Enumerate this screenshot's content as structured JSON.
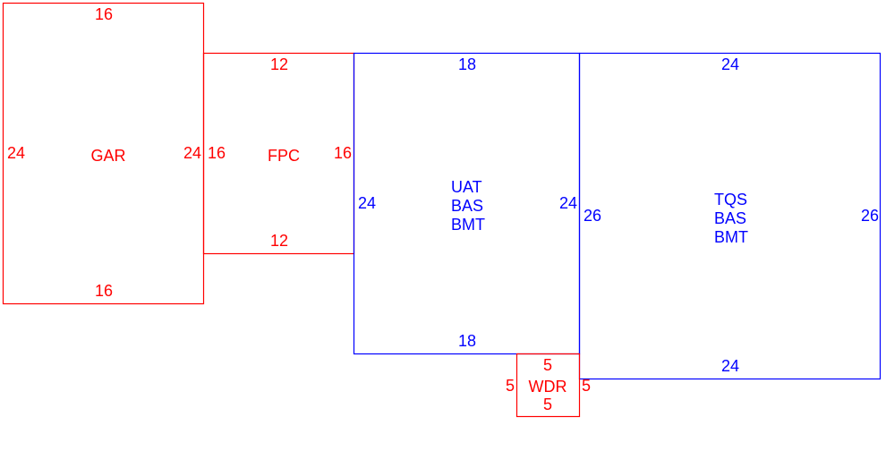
{
  "colors": {
    "red": "#ff0000",
    "blue": "#0000ff"
  },
  "rooms": {
    "gar": {
      "label": [
        "GAR"
      ],
      "top": "16",
      "bottom": "16",
      "left": "24",
      "right": "24"
    },
    "fpc": {
      "label": [
        "FPC"
      ],
      "top": "12",
      "bottom": "12",
      "left": "16",
      "right": "16"
    },
    "uat": {
      "label": [
        "UAT",
        "BAS",
        "BMT"
      ],
      "top": "18",
      "bottom": "18",
      "left": "24",
      "right": "24"
    },
    "tqs": {
      "label": [
        "TQS",
        "BAS",
        "BMT"
      ],
      "top": "24",
      "bottom": "24",
      "left": "26",
      "right": "26"
    },
    "wdr": {
      "label": [
        "WDR"
      ],
      "top": "5",
      "bottom": "5",
      "left": "5",
      "right": "5"
    }
  }
}
